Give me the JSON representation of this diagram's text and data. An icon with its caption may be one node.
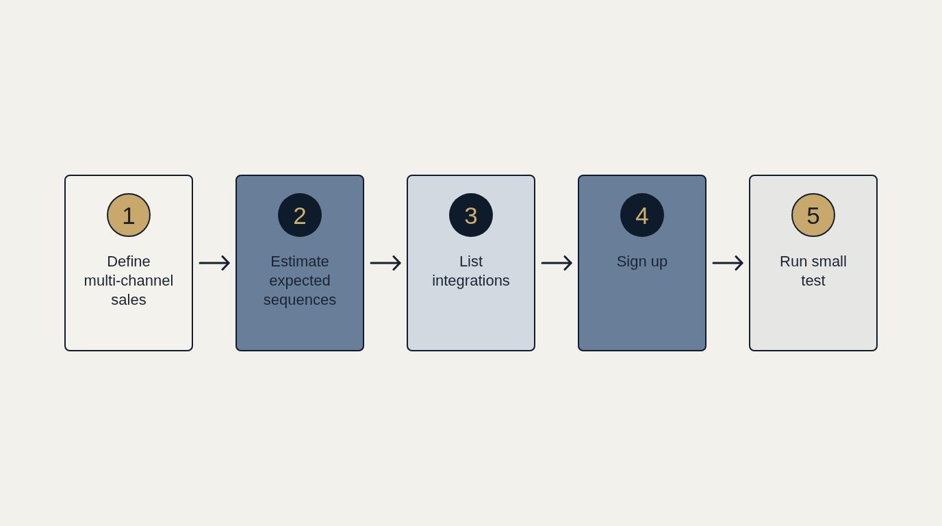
{
  "diagram": {
    "nodes": [
      {
        "text": [
          "1",
          "Define multi-channel sales"
        ]
      },
      {
        "text": [
          "2",
          "Estimate expected sequences"
        ]
      },
      {
        "text": [
          "3",
          "List integrations"
        ]
      },
      {
        "text": [
          "4",
          "Sign up"
        ]
      },
      {
        "text": [
          "5",
          "Run small test"
        ]
      }
    ],
    "edges": [
      {
        "from": 0,
        "to": 1,
        "arrow": "to"
      },
      {
        "from": 1,
        "to": 2,
        "arrow": "to"
      },
      {
        "from": 2,
        "to": 3,
        "arrow": "to"
      },
      {
        "from": 3,
        "to": 4,
        "arrow": "to"
      }
    ]
  }
}
